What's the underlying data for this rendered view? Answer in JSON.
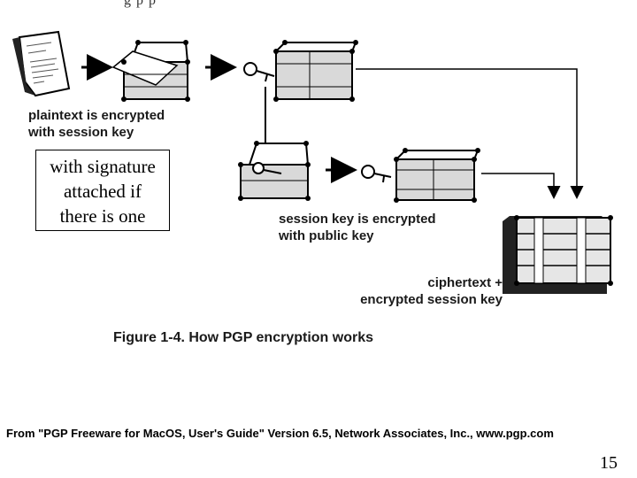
{
  "labels": {
    "step1_line1": "plaintext is encrypted",
    "step1_line2": "with session key",
    "step2_line1": "session key is encrypted",
    "step2_line2": "with public key",
    "result_line1": "ciphertext +",
    "result_line2": "encrypted session key"
  },
  "callout": {
    "line1": "with signature",
    "line2": "attached if",
    "line3": "there is one"
  },
  "caption": "Figure 1-4. How PGP encryption works",
  "source": "From \"PGP Freeware for MacOS, User's Guide\" Version 6.5, Network Associates, Inc., www.pgp.com",
  "page_number": "15",
  "colors": {
    "ink": "#000000",
    "paper": "#ffffff",
    "chest_fill": "#d9d9d9"
  },
  "icons": [
    "document-icon",
    "open-chest-icon",
    "key-icon",
    "padlock-icon",
    "locked-case-icon",
    "strapped-bundle-icon"
  ]
}
